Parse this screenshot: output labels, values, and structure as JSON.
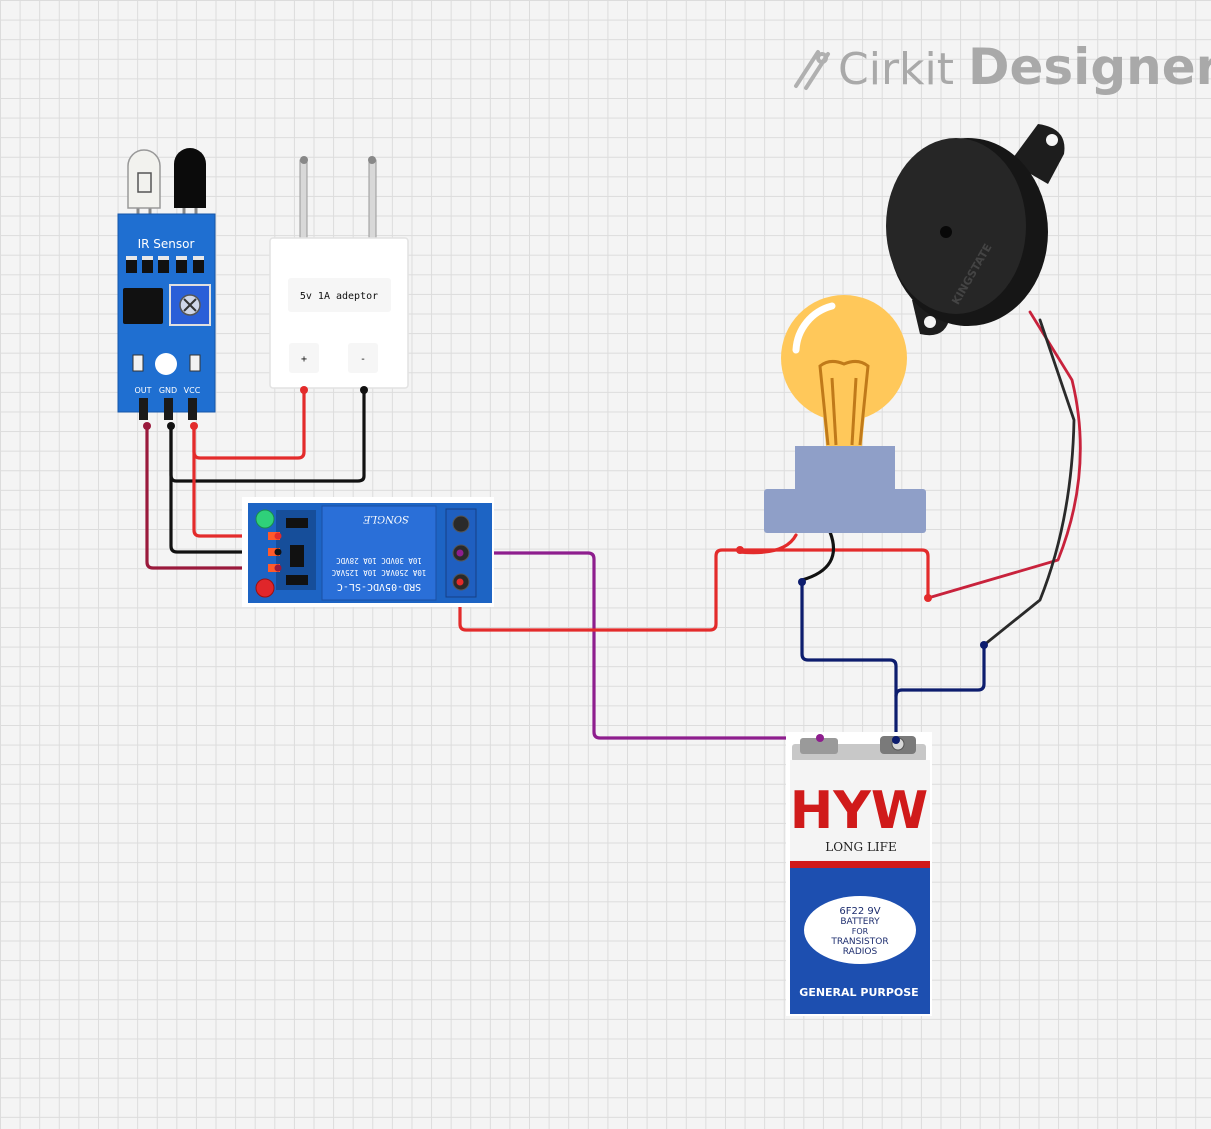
{
  "brand": {
    "name": "Cirkit",
    "product": "Designer"
  },
  "components": {
    "ir_sensor": {
      "title": "IR Sensor",
      "pins": [
        "OUT",
        "GND",
        "VCC"
      ]
    },
    "adapter": {
      "label": "5v 1A adeptor",
      "plus": "+",
      "minus": "-"
    },
    "relay": {
      "model": "SRD-05VDC-SL-C",
      "rating1": "10A 250VAC  10A 125VAC",
      "rating2": "10A 30VDC  10A 28VDC",
      "brand": "SONGLE"
    },
    "battery": {
      "brand": "HYW",
      "tagline": "LONG LIFE",
      "spec": [
        "6F22 9V",
        "BATTERY",
        "FOR",
        "TRANSISTOR",
        "RADIOS"
      ],
      "footer": "GENERAL PURPOSE"
    },
    "buzzer": {
      "brand": "KINGSTATE"
    }
  },
  "colors": {
    "red_wire": "#e32b2b",
    "black_wire": "#111111",
    "maroon_wire": "#9a1a3c",
    "purple_wire": "#8e1e8e",
    "navy_wire": "#0d1d6e",
    "sensor_blue": "#1f6fd1",
    "battery_blue": "#1d4fb0",
    "hyw_red": "#d01a1a"
  }
}
